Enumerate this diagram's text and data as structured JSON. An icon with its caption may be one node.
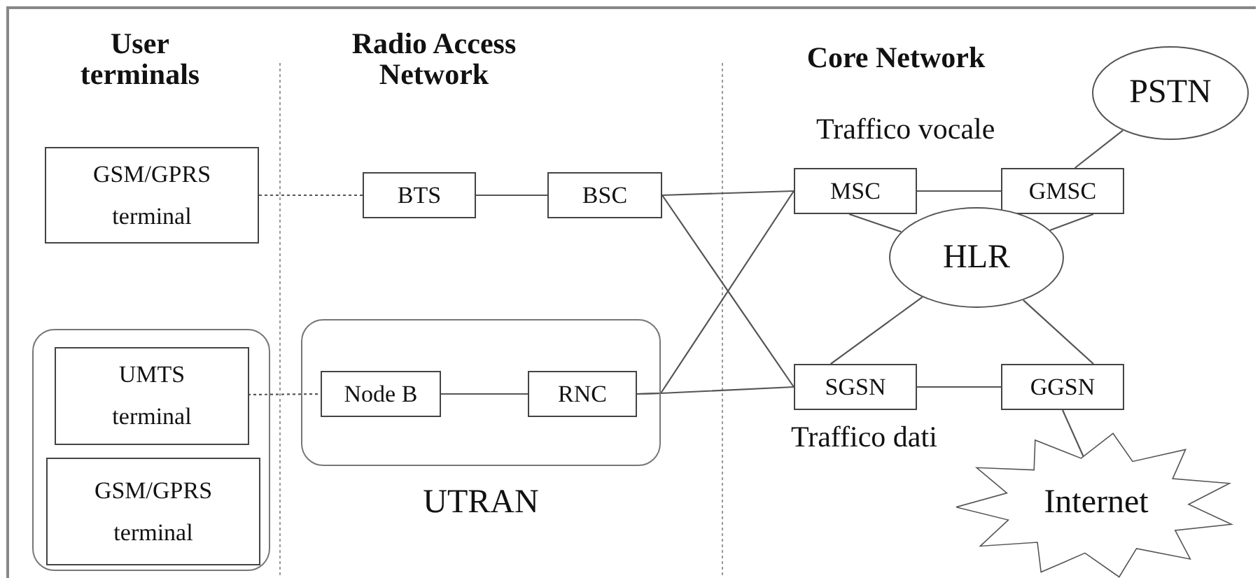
{
  "diagram": {
    "nodes": [
      {
        "text": [
          "GSM/GPRS terminal"
        ]
      },
      {
        "text": [],
        "shape": "box"
      },
      {
        "text": [
          "UMTS terminal"
        ],
        "in": 1
      },
      {
        "text": [
          "GSM/GPRS terminal"
        ],
        "in": 1
      },
      {
        "text": [
          "BTS"
        ]
      },
      {
        "text": [
          "BSC"
        ]
      },
      {
        "text": [
          "UTRAN"
        ]
      },
      {
        "text": [
          "Node B"
        ],
        "in": 6
      },
      {
        "text": [
          "RNC"
        ],
        "in": 6
      },
      {
        "text": [
          "MSC"
        ]
      },
      {
        "text": [
          "GMSC"
        ]
      },
      {
        "text": [
          "PSTN"
        ]
      },
      {
        "text": [
          "HLR"
        ]
      },
      {
        "text": [
          "SGSN"
        ]
      },
      {
        "text": [
          "GGSN"
        ]
      },
      {
        "text": [
          "Internet"
        ]
      }
    ],
    "edges": [
      {
        "from": 0,
        "to": 4,
        "arrow": "none",
        "style": "dashed"
      },
      {
        "from": 2,
        "to": 7,
        "arrow": "none",
        "style": "dashed"
      },
      {
        "from": 4,
        "to": 5,
        "arrow": "none"
      },
      {
        "from": 7,
        "to": 8,
        "arrow": "none"
      },
      {
        "from": 5,
        "to": 9,
        "arrow": "none"
      },
      {
        "from": 5,
        "to": 13,
        "arrow": "none"
      },
      {
        "from": 8,
        "to": 9,
        "arrow": "none"
      },
      {
        "from": 8,
        "to": 13,
        "arrow": "none"
      },
      {
        "from": 9,
        "to": 10,
        "arrow": "none"
      },
      {
        "from": 10,
        "to": 11,
        "arrow": "none"
      },
      {
        "from": 9,
        "to": 12,
        "arrow": "none"
      },
      {
        "from": 10,
        "to": 12,
        "arrow": "none"
      },
      {
        "from": 12,
        "to": 13,
        "arrow": "none"
      },
      {
        "from": 12,
        "to": 14,
        "arrow": "none"
      },
      {
        "from": 13,
        "to": 14,
        "arrow": "none"
      },
      {
        "from": 14,
        "to": 15,
        "arrow": "none"
      }
    ],
    "labels": [
      "User terminals",
      "Radio Access Network",
      "Core Network",
      "Traffico vocale",
      "Traffico dati"
    ]
  }
}
